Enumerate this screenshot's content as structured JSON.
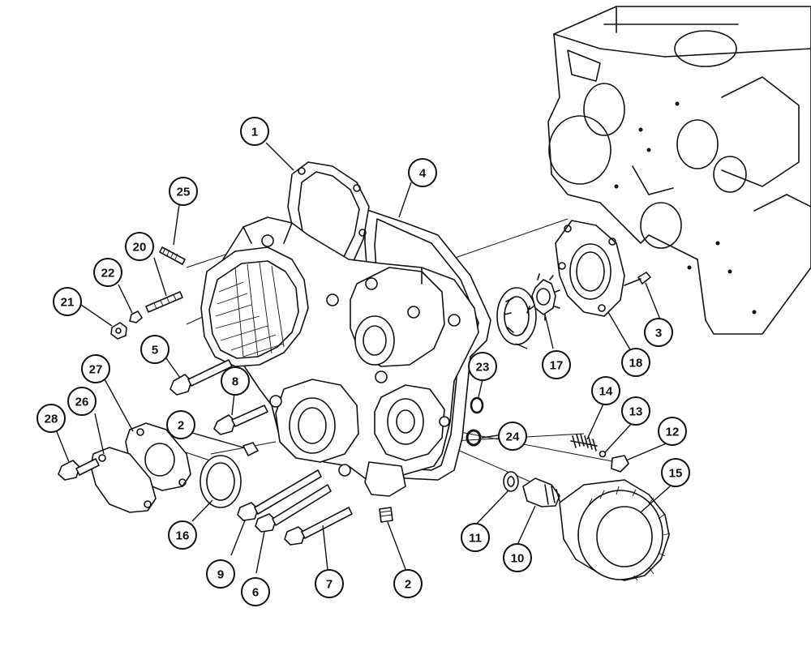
{
  "callouts": [
    {
      "id": "c1",
      "label": "1"
    },
    {
      "id": "c4",
      "label": "4"
    },
    {
      "id": "c25",
      "label": "25"
    },
    {
      "id": "c20",
      "label": "20"
    },
    {
      "id": "c22",
      "label": "22"
    },
    {
      "id": "c21",
      "label": "21"
    },
    {
      "id": "c5",
      "label": "5"
    },
    {
      "id": "c27",
      "label": "27"
    },
    {
      "id": "c8",
      "label": "8"
    },
    {
      "id": "c26",
      "label": "26"
    },
    {
      "id": "c28",
      "label": "28"
    },
    {
      "id": "c2a",
      "label": "2"
    },
    {
      "id": "c16",
      "label": "16"
    },
    {
      "id": "c9",
      "label": "9"
    },
    {
      "id": "c6",
      "label": "6"
    },
    {
      "id": "c7",
      "label": "7"
    },
    {
      "id": "c2b",
      "label": "2"
    },
    {
      "id": "c23",
      "label": "23"
    },
    {
      "id": "c24",
      "label": "24"
    },
    {
      "id": "c17",
      "label": "17"
    },
    {
      "id": "c18",
      "label": "18"
    },
    {
      "id": "c3",
      "label": "3"
    },
    {
      "id": "c14",
      "label": "14"
    },
    {
      "id": "c13",
      "label": "13"
    },
    {
      "id": "c12",
      "label": "12"
    },
    {
      "id": "c15",
      "label": "15"
    },
    {
      "id": "c11",
      "label": "11"
    },
    {
      "id": "c10",
      "label": "10"
    }
  ]
}
